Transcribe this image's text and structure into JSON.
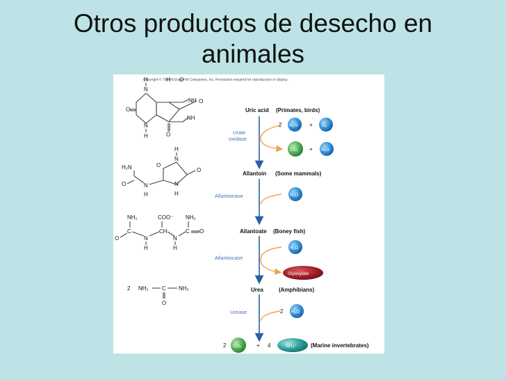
{
  "slide": {
    "title_line1": "Otros productos de desecho en",
    "title_line2": "animales"
  },
  "figure": {
    "copyright": "Copyright © The McGraw-Hill Companies, Inc. Permission required for reproduction or display.",
    "steps": [
      {
        "compound": "Uric acid",
        "organisms": "(Primates, birds)"
      },
      {
        "compound": "Allantoin",
        "organisms": "(Some mammals)"
      },
      {
        "compound": "Allantoate",
        "organisms": "(Boney fish)"
      },
      {
        "compound": "Urea",
        "organisms": "(Amphibians)"
      }
    ],
    "final_organisms": "(Marine invertebrates)",
    "enzymes": {
      "urate_line1": "Urate",
      "urate_line2": "oxidase",
      "allantoinase": "Allantoinase",
      "allantoicase": "Allantoicase",
      "urease": "Urease"
    },
    "molecules": {
      "h2o": "H₂O",
      "o2": "O₂",
      "co2": "CO₂",
      "nh4": "NH₄⁺",
      "glyoxylate": "Glyoxylate"
    },
    "coefficients": {
      "two": "2",
      "four": "4",
      "plus": "+"
    },
    "colors": {
      "blue": "#2e8fd8",
      "green": "#4dae54",
      "teal": "#2aa19a",
      "red": "#a32025",
      "arrow": "#2a5fa6",
      "curve": "#f0a24a"
    }
  }
}
